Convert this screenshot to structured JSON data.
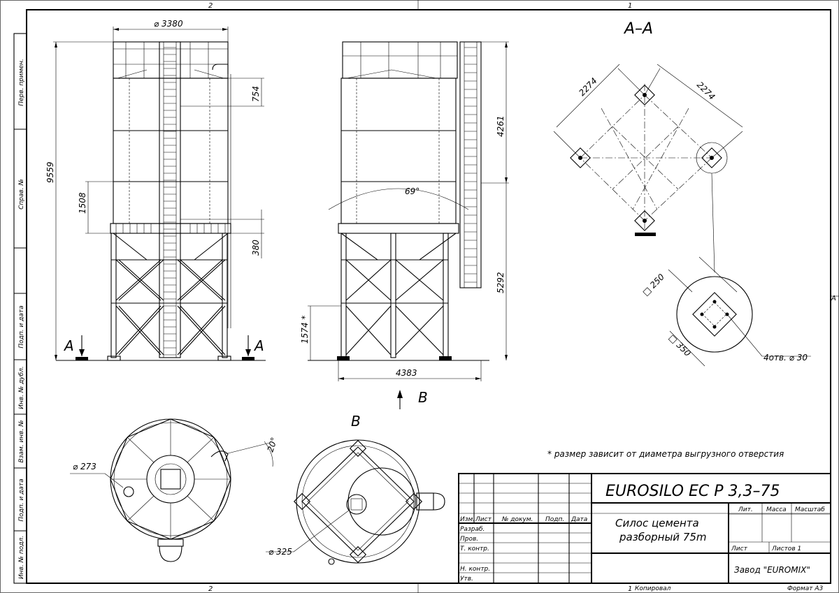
{
  "zones": {
    "top_left": "2",
    "top_right": "1",
    "bottom_left": "2",
    "bottom_right": "1",
    "right_mark": "A"
  },
  "side_stamps": [
    "Перв. примен.",
    "Справ. №",
    "Подп. и дата",
    "Инв. № дубл.",
    "Взам. инв. №",
    "Подп. и дата",
    "Инв. № подл."
  ],
  "front_view": {
    "diameter": "⌀ 3380",
    "height_total": "9559",
    "d754": "754",
    "d1508": "1508",
    "d380": "380",
    "section_left": "A",
    "section_right": "A"
  },
  "side_view": {
    "d4261": "4261",
    "d5292": "5292",
    "d1574": "1574 *",
    "angle": "69°",
    "width": "4383",
    "view_arrow": "B"
  },
  "section_aa": {
    "title": "A–A",
    "d2274_left": "2274",
    "d2274_right": "2274",
    "sq250": "□ 250",
    "sq350": "□ 350",
    "holes": "4отв. ⌀ 30"
  },
  "top_view": {
    "d273": "⌀ 273",
    "angle20": "20°"
  },
  "view_b": {
    "title": "B",
    "d325": "⌀ 325"
  },
  "note": "* размер зависит от диаметра выгрузного отверстия",
  "title_block": {
    "designation": "EUROSILO EC P 3,3–75",
    "name_line1": "Силос цемента",
    "name_line2": "разборный 75m",
    "col_izm": "Изм.",
    "col_list": "Лист",
    "col_doc": "№ докум.",
    "col_podp": "Подп.",
    "col_data": "Дата",
    "row_razrab": "Разраб.",
    "row_prov": "Пров.",
    "row_tkontr": "Т. контр.",
    "row_nkontr": "Н. контр.",
    "row_utv": "Утв.",
    "lit": "Лит.",
    "massa": "Масса",
    "masshtab": "Масштаб",
    "list": "Лист",
    "listov": "Листов 1",
    "company": "Завод \"EUROMIX\"",
    "copied": "Копировал",
    "format": "Формат А3"
  }
}
